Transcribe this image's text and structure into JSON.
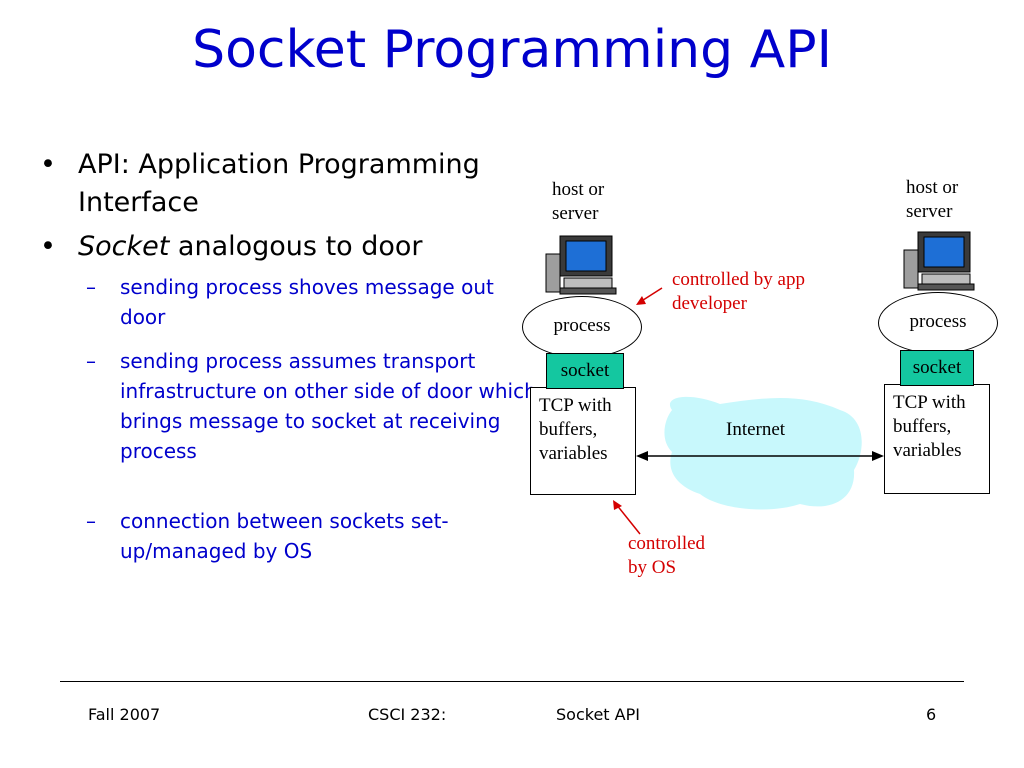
{
  "title": "Socket Programming API",
  "bullets": [
    {
      "text": "API: Application Programming Interface"
    },
    {
      "em": "Socket",
      "text": " analogous to door"
    }
  ],
  "sub_bullets": [
    "sending process shoves message out door",
    "sending process assumes transport infrastructure on other side of door which brings message to socket at receiving process",
    "connection between sockets set-up/managed by OS"
  ],
  "diagram": {
    "left_host": "host or server",
    "right_host": "host or server",
    "process": "process",
    "socket": "socket",
    "tcp": "TCP with buffers, variables",
    "internet": "Internet",
    "controlled_app": "controlled by app developer",
    "controlled_os": "controlled by OS",
    "colors": {
      "socket": "#14c7a0",
      "cloud": "#c8f8fc",
      "annotation": "#d40000",
      "title": "#0000cc"
    }
  },
  "footer": {
    "left": "Fall 2007",
    "course": "CSCI 232:",
    "topic": "Socket API",
    "page": "6"
  }
}
